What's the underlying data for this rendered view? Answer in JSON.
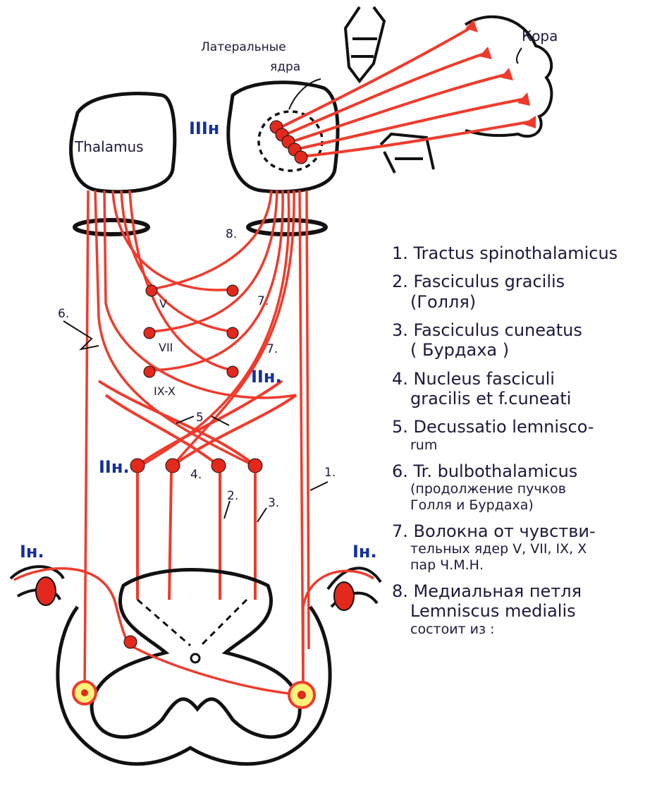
{
  "labels": {
    "kora": "Кора",
    "lateral_1": "Латеральные",
    "lateral_2": "ядра",
    "thalamus": "Thalamus",
    "num_8": "8.",
    "num_6": "6.",
    "num_7a": "7.",
    "num_7b": "7.",
    "num_5": "5",
    "num_4": "4.",
    "num_1": "1.",
    "num_2": "2.",
    "num_3": "3.",
    "nerve_v": "V",
    "nerve_vii": "VII",
    "nerve_ix_x": "IX-X",
    "neuron_3": "IIIн",
    "neuron_2a": "IIн.",
    "neuron_2b": "IIн.",
    "neuron_1a": "Iн.",
    "neuron_1b": "Iн."
  },
  "legend": [
    {
      "num": "1.",
      "lines": [
        "Tractus spinothalamicus"
      ]
    },
    {
      "num": "2.",
      "lines": [
        "Fasciculus gracilis",
        "(Голля)"
      ]
    },
    {
      "num": "3.",
      "lines": [
        "Fasciculus cuneatus",
        "( Бурдаха )"
      ]
    },
    {
      "num": "4.",
      "lines": [
        "Nucleus fasciculi",
        "gracilis et f.cuneati"
      ]
    },
    {
      "num": "5.",
      "lines": [
        "Decussatio lemnisco-",
        "rum"
      ]
    },
    {
      "num": "6.",
      "lines": [
        "Tr. bulbothalamicus",
        "(продолжение пучков",
        "Голля и Бурдаха)"
      ]
    },
    {
      "num": "7.",
      "lines": [
        "Волокна от чувстви-",
        "тельных ядер V, VII, IX, X",
        "пар Ч.М.Н."
      ]
    },
    {
      "num": "8.",
      "lines": [
        "Медиальная петля",
        "Lemniscus medialis",
        "состоит из :"
      ]
    }
  ],
  "colors": {
    "fiber": "#ef3b2c",
    "neuron": "#e3281d",
    "outline": "#111111",
    "blue_label": "#142f9c",
    "ganglion_fill": "#fff27a",
    "text": "#1c1a3a"
  }
}
